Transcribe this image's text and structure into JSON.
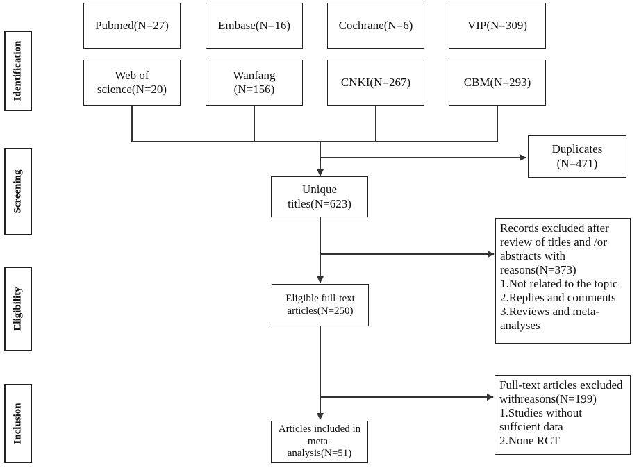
{
  "stages": [
    "Identification",
    "Screening",
    "Eligibility",
    "Inclusion"
  ],
  "sources_row1": [
    "Pubmed(N=27)",
    "Embase(N=16)",
    "Cochrane(N=6)",
    "VIP(N=309)"
  ],
  "sources_row2": [
    [
      "Web of",
      "science(N=20)"
    ],
    [
      "Wanfang",
      "(N=156)"
    ],
    [
      "CNKI(N=267)"
    ],
    [
      "CBM(N=293)"
    ]
  ],
  "duplicates": [
    "Duplicates",
    "(N=471)"
  ],
  "unique": [
    "Unique",
    "titles(N=623)"
  ],
  "excluded_titles": [
    "Records excluded after",
    "review of titles and /or",
    "abstracts with",
    "reasons(N=373)",
    "1.Not related to the topic",
    "2.Replies and comments",
    "3.Reviews and meta-",
    "analyses"
  ],
  "eligible": [
    "Eligible full-text",
    "articles(N=250)"
  ],
  "excluded_fulltext": [
    "Full-text articles excluded",
    "withreasons(N=199)",
    "1.Studies without",
    "suffcient data",
    "2.None RCT"
  ],
  "included": [
    "Articles included in",
    "meta-",
    "analysis(N=51)"
  ]
}
